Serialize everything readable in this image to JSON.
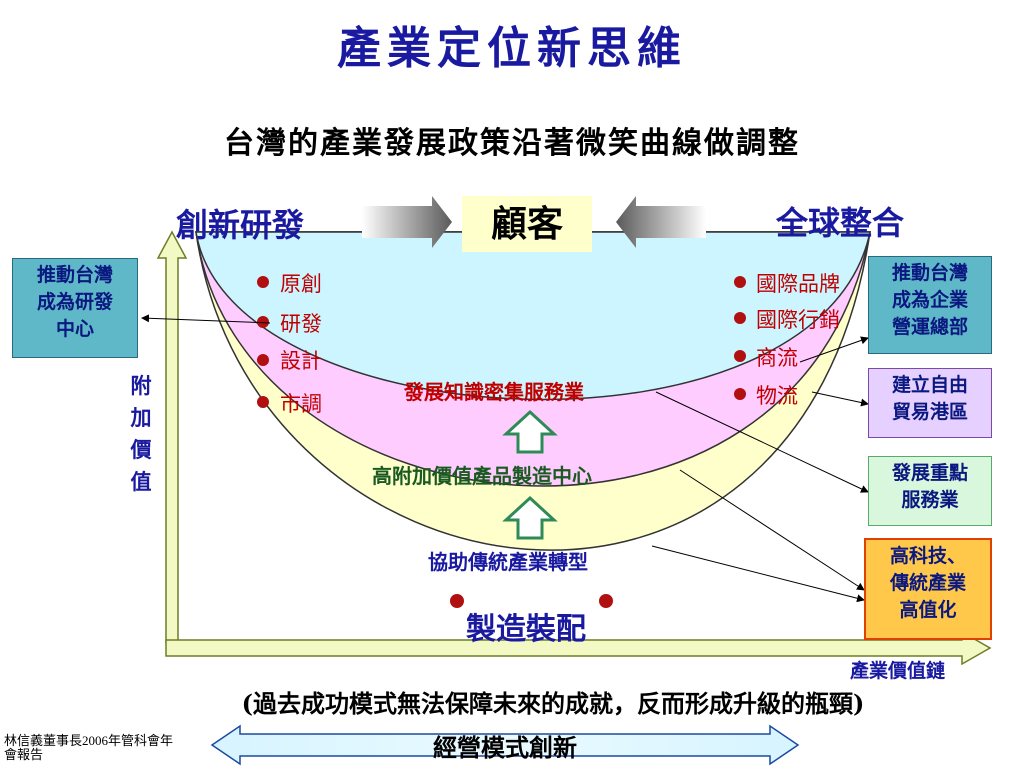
{
  "title": "產業定位新思維",
  "subtitle": "台灣的產業發展政策沿著微笑曲線做調整",
  "left_head": "創新研發",
  "center_head": "顧客",
  "right_head": "全球整合",
  "left_box": "推動台灣成為研發中心",
  "left_box_lines": [
    "推動台灣",
    "成為研發",
    "中心"
  ],
  "right_boxes": [
    {
      "lines": [
        "推動台灣",
        "成為企業",
        "營運總部"
      ]
    },
    {
      "lines": [
        "建立自由",
        "貿易港區"
      ]
    },
    {
      "lines": [
        "發展重點",
        "服務業"
      ]
    },
    {
      "lines": [
        "高科技、",
        "傳統產業",
        "高值化"
      ]
    }
  ],
  "left_items": [
    "原創",
    "研發",
    "設計",
    "市調"
  ],
  "right_items": [
    "國際品牌",
    "國際行銷",
    "商流",
    "物流"
  ],
  "band_labels": [
    "發展知識密集服務業",
    "高附加價值產品製造中心",
    "協助傳統產業轉型"
  ],
  "bottom_label": "製造裝配",
  "y_axis_label": "附加價值",
  "y_axis_chars": [
    "附",
    "加",
    "價",
    "值"
  ],
  "x_axis_label": "產業價值鏈",
  "bottom_note": "(過去成功模式無法保障未來的成就，反而形成升級的瓶頸)",
  "banner_label": "經營模式創新",
  "footer": "林信義董事長2006年管科會年會報告",
  "footer_lines": [
    "林信義董事長2006年管科會年",
    "會報告"
  ],
  "colors": {
    "title_blue": "#1a1aa0",
    "red_text": "#c00000",
    "band_cyan": "#ccf5ff",
    "band_pink": "#ffccff",
    "band_yellow": "#ffffcc",
    "arrow_green": "#2e8b57"
  }
}
